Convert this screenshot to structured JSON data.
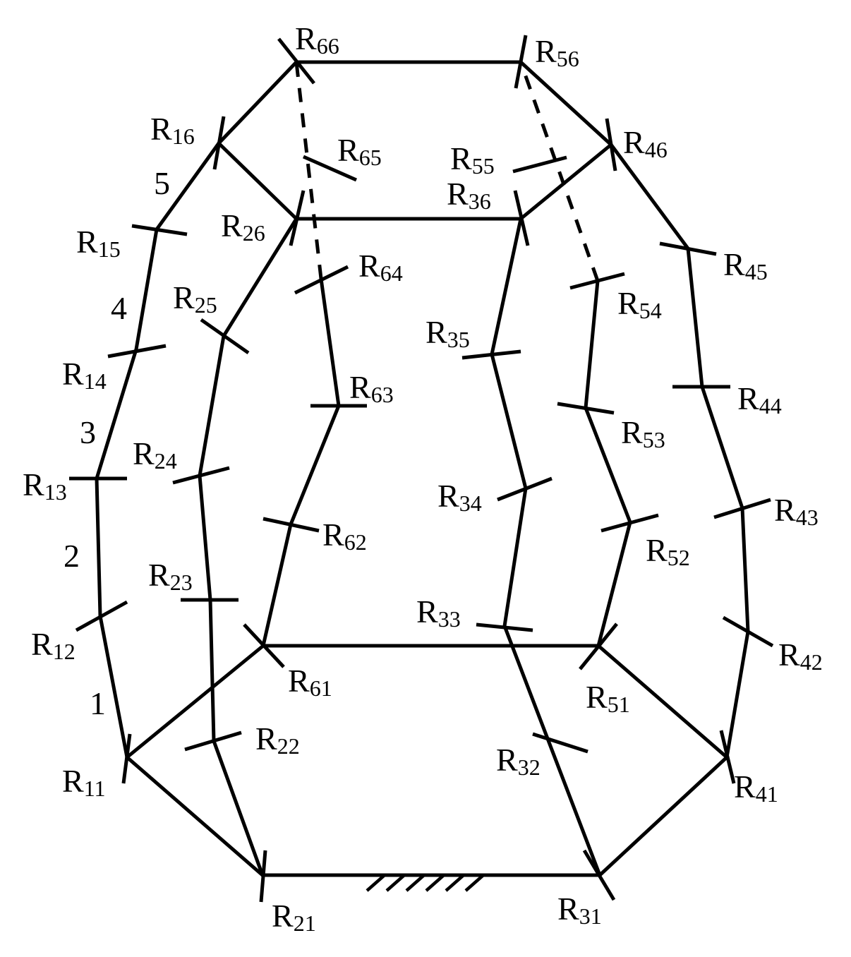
{
  "labels": {
    "R11": {
      "main": "R",
      "sub": "11"
    },
    "R12": {
      "main": "R",
      "sub": "12"
    },
    "R13": {
      "main": "R",
      "sub": "13"
    },
    "R14": {
      "main": "R",
      "sub": "14"
    },
    "R15": {
      "main": "R",
      "sub": "15"
    },
    "R16": {
      "main": "R",
      "sub": "16"
    },
    "R21": {
      "main": "R",
      "sub": "21"
    },
    "R22": {
      "main": "R",
      "sub": "22"
    },
    "R23": {
      "main": "R",
      "sub": "23"
    },
    "R24": {
      "main": "R",
      "sub": "24"
    },
    "R25": {
      "main": "R",
      "sub": "25"
    },
    "R26": {
      "main": "R",
      "sub": "26"
    },
    "R31": {
      "main": "R",
      "sub": "31"
    },
    "R32": {
      "main": "R",
      "sub": "32"
    },
    "R33": {
      "main": "R",
      "sub": "33"
    },
    "R34": {
      "main": "R",
      "sub": "34"
    },
    "R35": {
      "main": "R",
      "sub": "35"
    },
    "R36": {
      "main": "R",
      "sub": "36"
    },
    "R41": {
      "main": "R",
      "sub": "41"
    },
    "R42": {
      "main": "R",
      "sub": "42"
    },
    "R43": {
      "main": "R",
      "sub": "43"
    },
    "R44": {
      "main": "R",
      "sub": "44"
    },
    "R45": {
      "main": "R",
      "sub": "45"
    },
    "R46": {
      "main": "R",
      "sub": "46"
    },
    "R51": {
      "main": "R",
      "sub": "51"
    },
    "R52": {
      "main": "R",
      "sub": "52"
    },
    "R53": {
      "main": "R",
      "sub": "53"
    },
    "R54": {
      "main": "R",
      "sub": "54"
    },
    "R55": {
      "main": "R",
      "sub": "55"
    },
    "R56": {
      "main": "R",
      "sub": "56"
    },
    "R61": {
      "main": "R",
      "sub": "61"
    },
    "R62": {
      "main": "R",
      "sub": "62"
    },
    "R63": {
      "main": "R",
      "sub": "63"
    },
    "R64": {
      "main": "R",
      "sub": "64"
    },
    "R65": {
      "main": "R",
      "sub": "65"
    },
    "R66": {
      "main": "R",
      "sub": "66"
    }
  },
  "link_numbers": {
    "n1": "1",
    "n2": "2",
    "n3": "3",
    "n4": "4",
    "n5": "5"
  }
}
